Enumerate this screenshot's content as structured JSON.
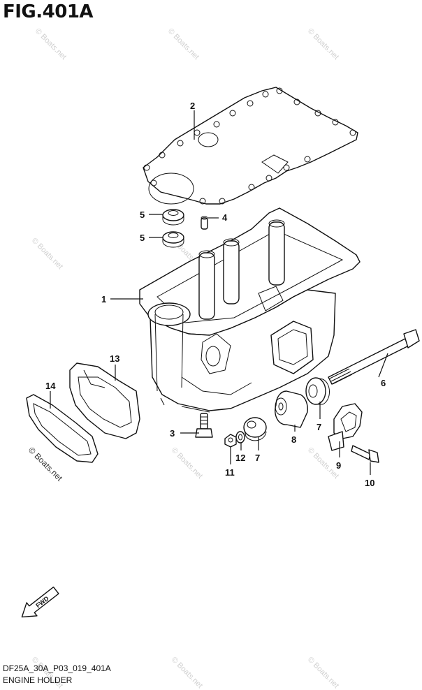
{
  "header": {
    "title": "FIG.401A"
  },
  "footer": {
    "code": "DF25A_30A_P03_019_401A",
    "name": "ENGINE HOLDER"
  },
  "watermark": {
    "text": "© Boats.net"
  },
  "fwd_label": "FWD",
  "callouts": {
    "c1": "1",
    "c2": "2",
    "c3": "3",
    "c4": "4",
    "c5a": "5",
    "c5b": "5",
    "c6": "6",
    "c7a": "7",
    "c7b": "7",
    "c8": "8",
    "c9": "9",
    "c10": "10",
    "c11": "11",
    "c12": "12",
    "c13": "13",
    "c14": "14"
  }
}
